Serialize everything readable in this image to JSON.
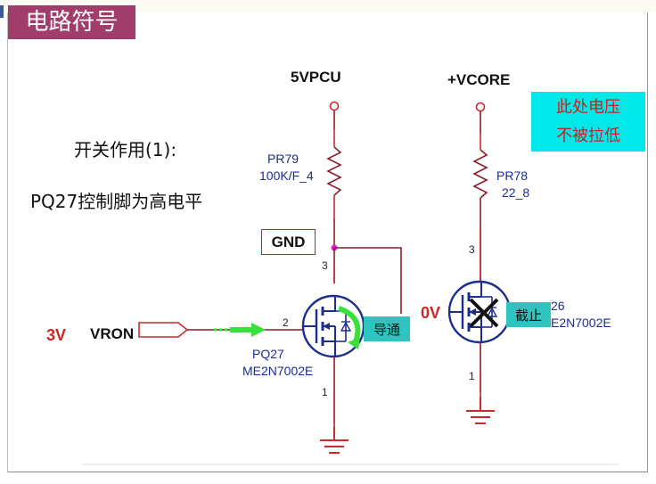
{
  "title": "电路符号",
  "annotations": {
    "function_line": "开关作用(1):",
    "condition_line": "PQ27控制脚为高电平",
    "note_line1": "此处电压",
    "note_line2": "不被拉低"
  },
  "nets": {
    "left_supply": "5VPCU",
    "right_supply": "+VCORE",
    "gnd_tag": "GND",
    "gate_signal": "VRON",
    "gate_voltage": "3V",
    "right_gate_voltage": "0V"
  },
  "components": {
    "pr79": {
      "ref": "PR79",
      "value": "100K/F_4"
    },
    "pr78": {
      "ref": "PR78",
      "value": "22_8"
    },
    "pq27": {
      "ref": "PQ27",
      "part": "ME2N7002E",
      "state": "导通"
    },
    "pq26": {
      "ref_partial": "26",
      "part_partial": "E2N7002E",
      "state": "截止"
    }
  },
  "pins": {
    "drain": "3",
    "gate": "2",
    "source": "1"
  },
  "colors": {
    "title_bg": "#a13d6b",
    "note_bg": "#00e8e8",
    "state_tag_bg": "#2fc4c0",
    "wire_red": "#cc2a2a",
    "wire_dark": "#8b1c2c",
    "mosfet_blue": "#1b2e8f",
    "arrow_green": "#3ae03a",
    "junction_magenta": "#e020e0",
    "ground_red": "#cc2a2a"
  }
}
